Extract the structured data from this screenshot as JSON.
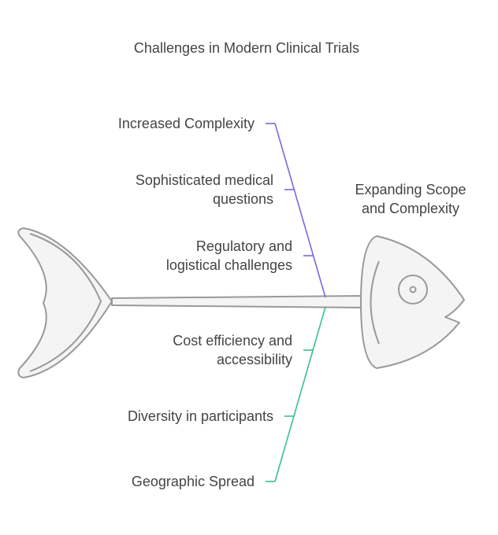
{
  "title": "Challenges in Modern Clinical Trials",
  "head_label": [
    "Expanding Scope",
    "and Complexity"
  ],
  "top_branch": {
    "color": "#7b68dd",
    "causes": [
      [
        "Increased Complexity"
      ],
      [
        "Sophisticated medical",
        "questions"
      ],
      [
        "Regulatory and",
        "logistical challenges"
      ]
    ]
  },
  "bottom_branch": {
    "color": "#3cc08a",
    "causes": [
      [
        "Cost efficiency and",
        "accessibility"
      ],
      [
        "Diversity in participants"
      ],
      [
        "Geographic Spread"
      ]
    ]
  },
  "colors": {
    "fish_fill": "#f4f4f4",
    "fish_stroke": "#999999",
    "text": "#444444"
  }
}
